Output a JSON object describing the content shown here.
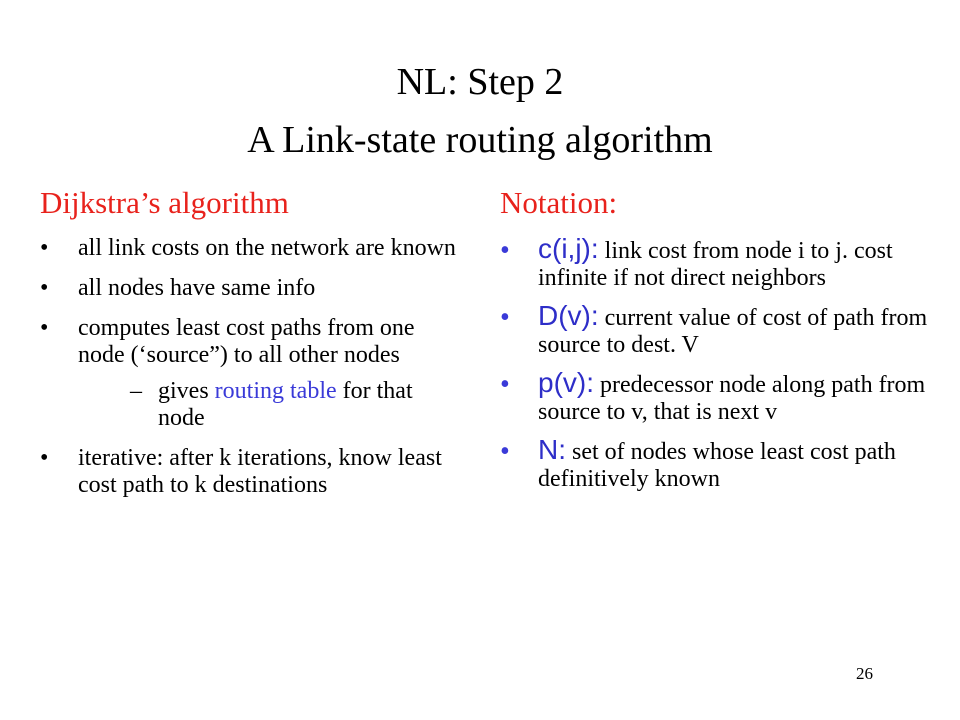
{
  "slide": {
    "title_line1": "NL: Step 2",
    "title_line2": "A Link-state routing algorithm",
    "page_number": "26"
  },
  "left": {
    "heading": "Dijkstra’s algorithm",
    "bullets": [
      {
        "text": "all link costs on the network are known"
      },
      {
        "text": "all nodes have same info"
      },
      {
        "text": "computes least cost paths from one node (‘source”) to all other nodes",
        "sub": {
          "prefix": "gives ",
          "highlight": "routing table",
          "suffix": " for that node"
        }
      },
      {
        "text": "iterative: after k iterations, know least cost path to k destinations"
      }
    ]
  },
  "right": {
    "heading": "Notation:",
    "items": [
      {
        "symbol": "c(i,j):",
        "text": " link cost from node i to j. cost infinite if not direct neighbors"
      },
      {
        "symbol": "D(v):",
        "text": " current value of cost of path from source to dest. V"
      },
      {
        "symbol": "p(v):",
        "text": " predecessor node along path from source to v, that is next v"
      },
      {
        "symbol": "N:",
        "text": " set of nodes whose least cost path definitively known"
      }
    ]
  },
  "colors": {
    "heading_red": "#e8221c",
    "symbol_blue": "#2e2ec8",
    "highlight_blue": "#3a3ad8"
  }
}
